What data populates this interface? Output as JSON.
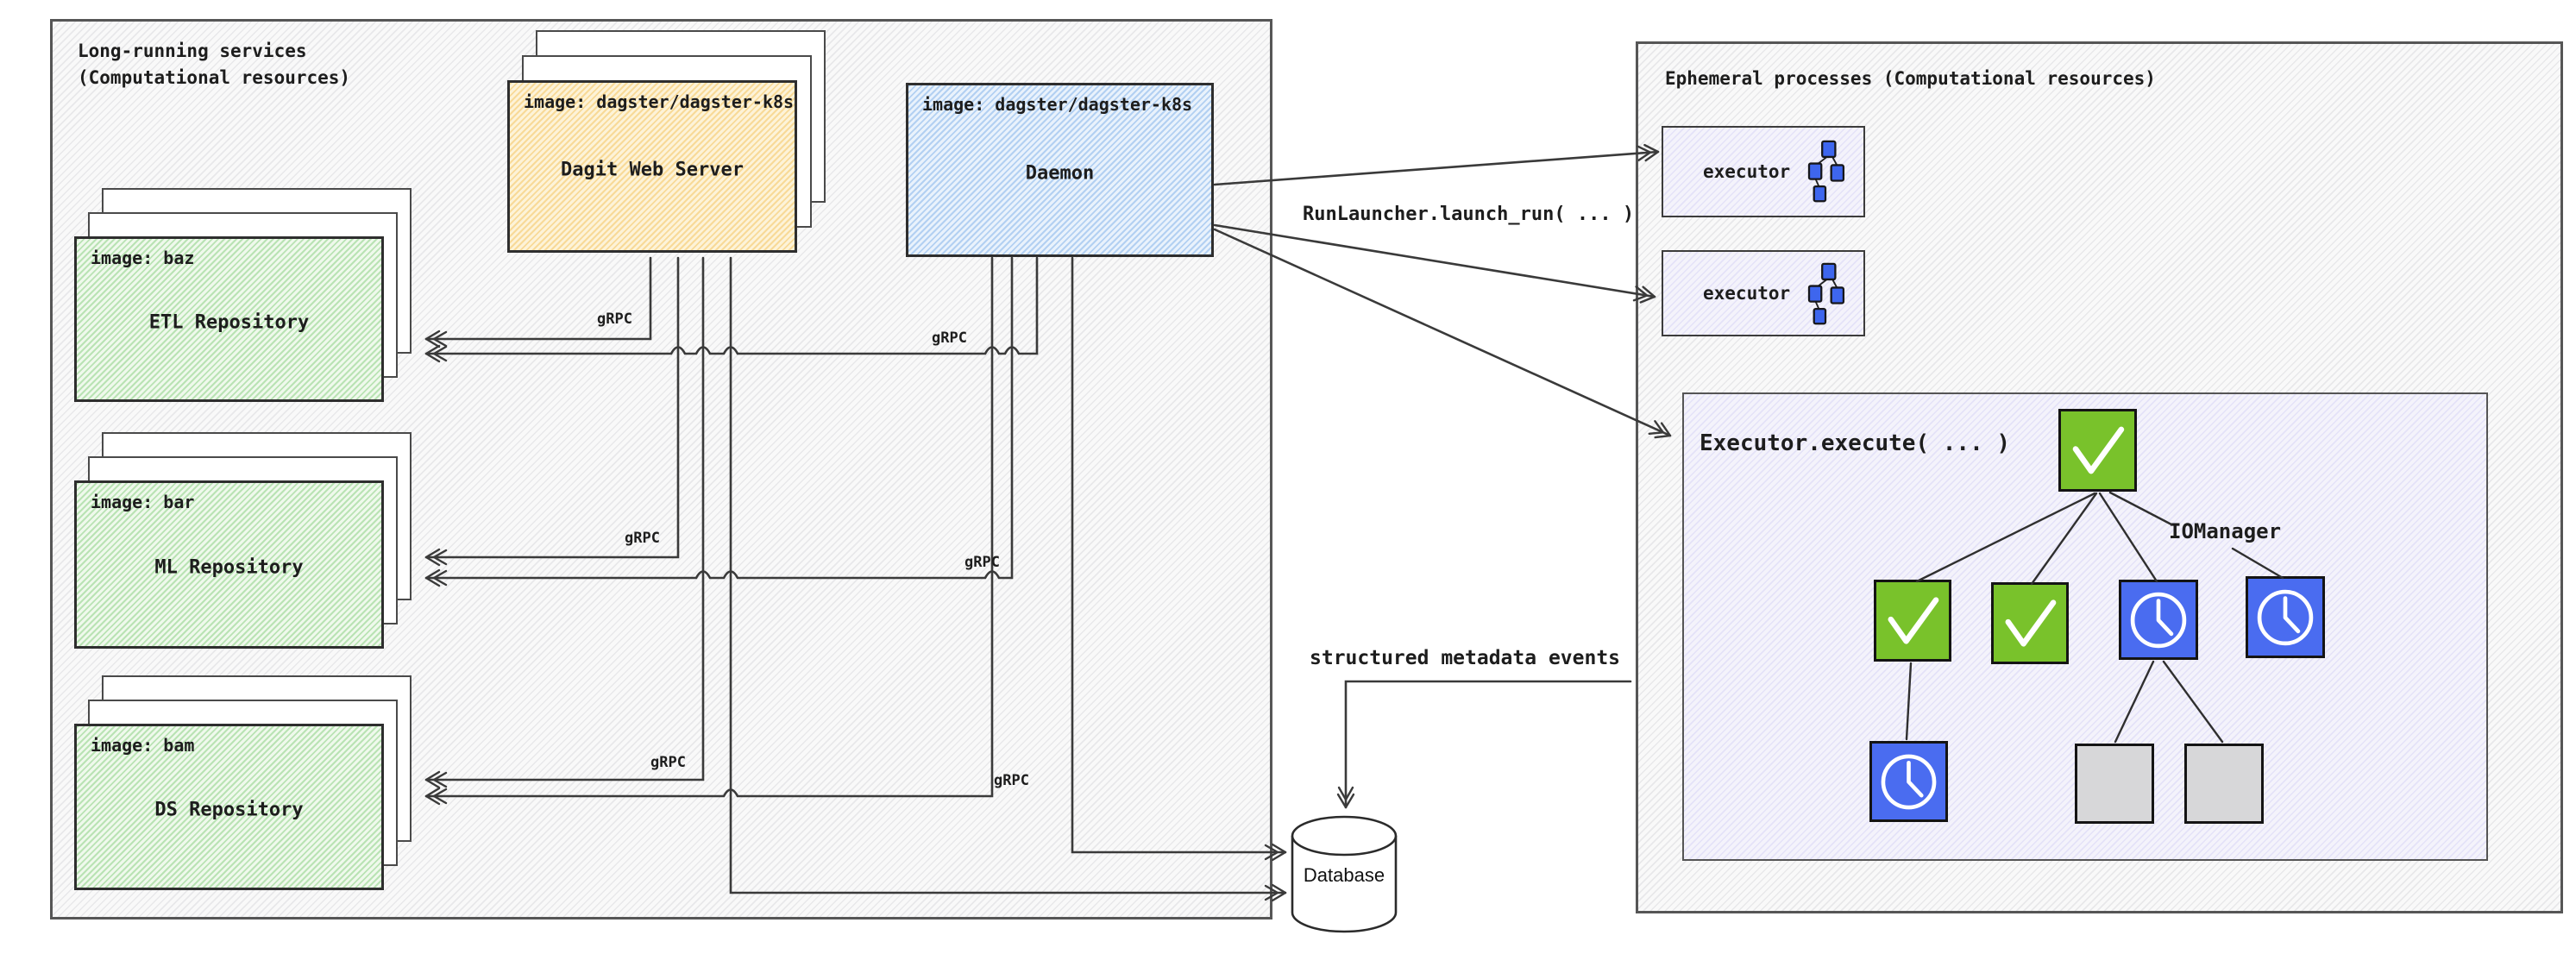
{
  "left_panel": {
    "title_line1": "Long-running services",
    "title_line2": "(Computational resources)"
  },
  "right_panel": {
    "title": "Ephemeral processes (Computational resources)"
  },
  "cards": {
    "dagit": {
      "image": "image: dagster/dagster-k8s",
      "title": "Dagit Web Server"
    },
    "daemon": {
      "image": "image: dagster/dagster-k8s",
      "title": "Daemon"
    },
    "etl": {
      "image": "image: baz",
      "title": "ETL Repository"
    },
    "ml": {
      "image": "image: bar",
      "title": "ML Repository"
    },
    "ds": {
      "image": "image: bam",
      "title": "DS Repository"
    }
  },
  "executors": [
    {
      "label": "executor"
    },
    {
      "label": "executor"
    }
  ],
  "exec_box": {
    "title": "Executor.execute( ... )",
    "iomanager": "IOManager"
  },
  "labels": {
    "grpc": "gRPC",
    "run_launcher": "RunLauncher.launch_run( ... )",
    "metadata_events": "structured metadata events"
  },
  "database": {
    "label": "Database"
  },
  "colors": {
    "green_node": "#79c22b",
    "blue_node": "#4a6cf0",
    "gray_node": "#d7d7d9",
    "yellow_card": "#fdf3d8",
    "blue_card": "#e9f2fc",
    "green_card": "#eff9ec",
    "lavender_box": "#f4f3fb",
    "line": "#3a3a3a"
  }
}
